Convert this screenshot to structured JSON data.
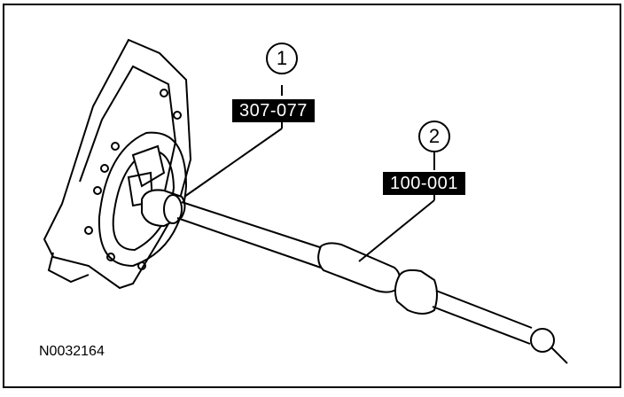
{
  "callouts": [
    {
      "number": "1",
      "tool": "307-077"
    },
    {
      "number": "2",
      "tool": "100-001"
    }
  ],
  "figure_id": "N0032164",
  "colors": {
    "line": "#000000",
    "label_bg": "#000000",
    "label_text": "#ffffff",
    "background": "#ffffff"
  }
}
